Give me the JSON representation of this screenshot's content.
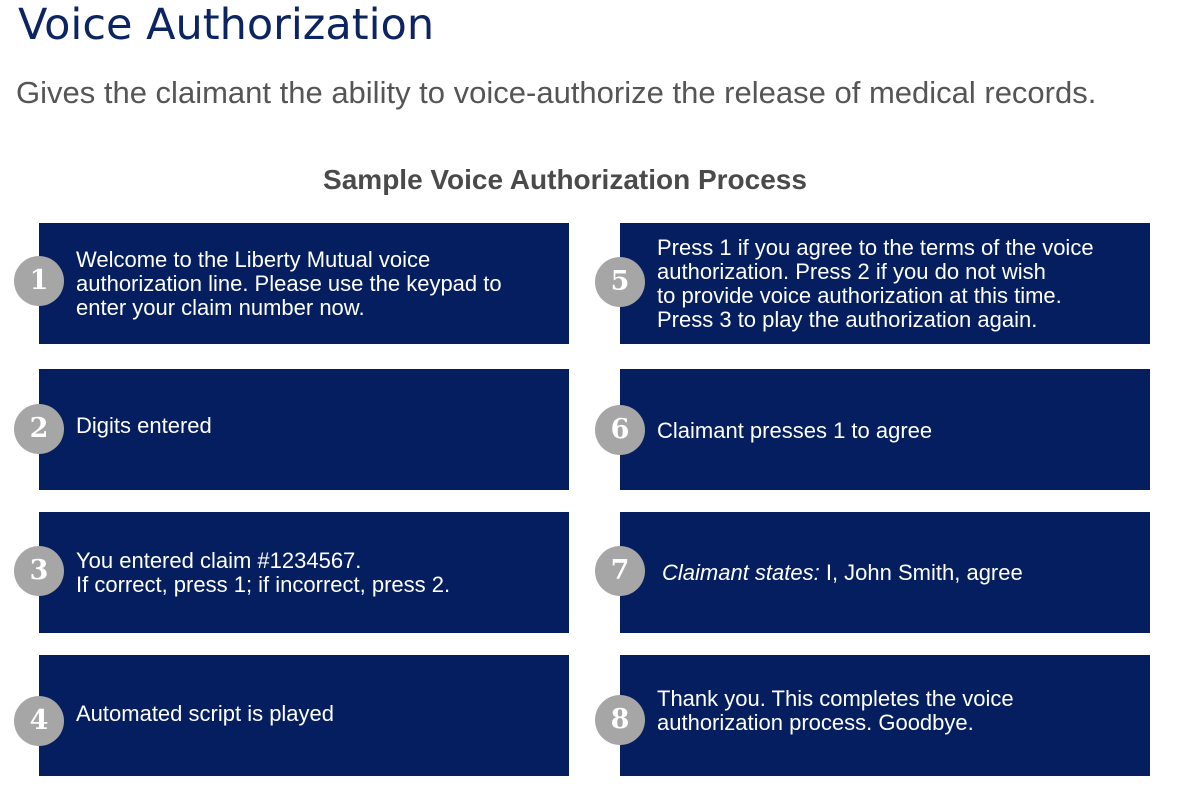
{
  "header": {
    "title": "Voice Authorization",
    "subtitle": "Gives the claimant the ability to voice-authorize the release of medical records."
  },
  "process": {
    "title": "Sample Voice Authorization Process",
    "steps": [
      {
        "number": "1",
        "lines": [
          "Welcome to the Liberty Mutual voice",
          "authorization line. Please use the keypad to",
          "enter your claim number now."
        ]
      },
      {
        "number": "2",
        "lines": [
          "Digits entered"
        ]
      },
      {
        "number": "3",
        "lines": [
          "You entered claim #1234567.",
          "If correct, press 1; if incorrect, press 2."
        ]
      },
      {
        "number": "4",
        "lines": [
          "Automated script is played"
        ]
      },
      {
        "number": "5",
        "lines": [
          "Press 1 if you agree to the terms of the voice",
          "authorization. Press 2 if you do not wish",
          "to provide voice authorization at this time.",
          "Press 3 to play the authorization again."
        ]
      },
      {
        "number": "6",
        "lines": [
          "Claimant presses 1 to agree"
        ]
      },
      {
        "number": "7",
        "prefix": "Claimant states:",
        "lines": [
          " I, John Smith, agree"
        ]
      },
      {
        "number": "8",
        "lines": [
          "Thank you. This completes the voice",
          "authorization process. Goodbye."
        ]
      }
    ]
  },
  "colors": {
    "box": "#041e5f",
    "badge": "#a6a6a6",
    "title": "#0d2463",
    "subtitle": "#555555"
  }
}
